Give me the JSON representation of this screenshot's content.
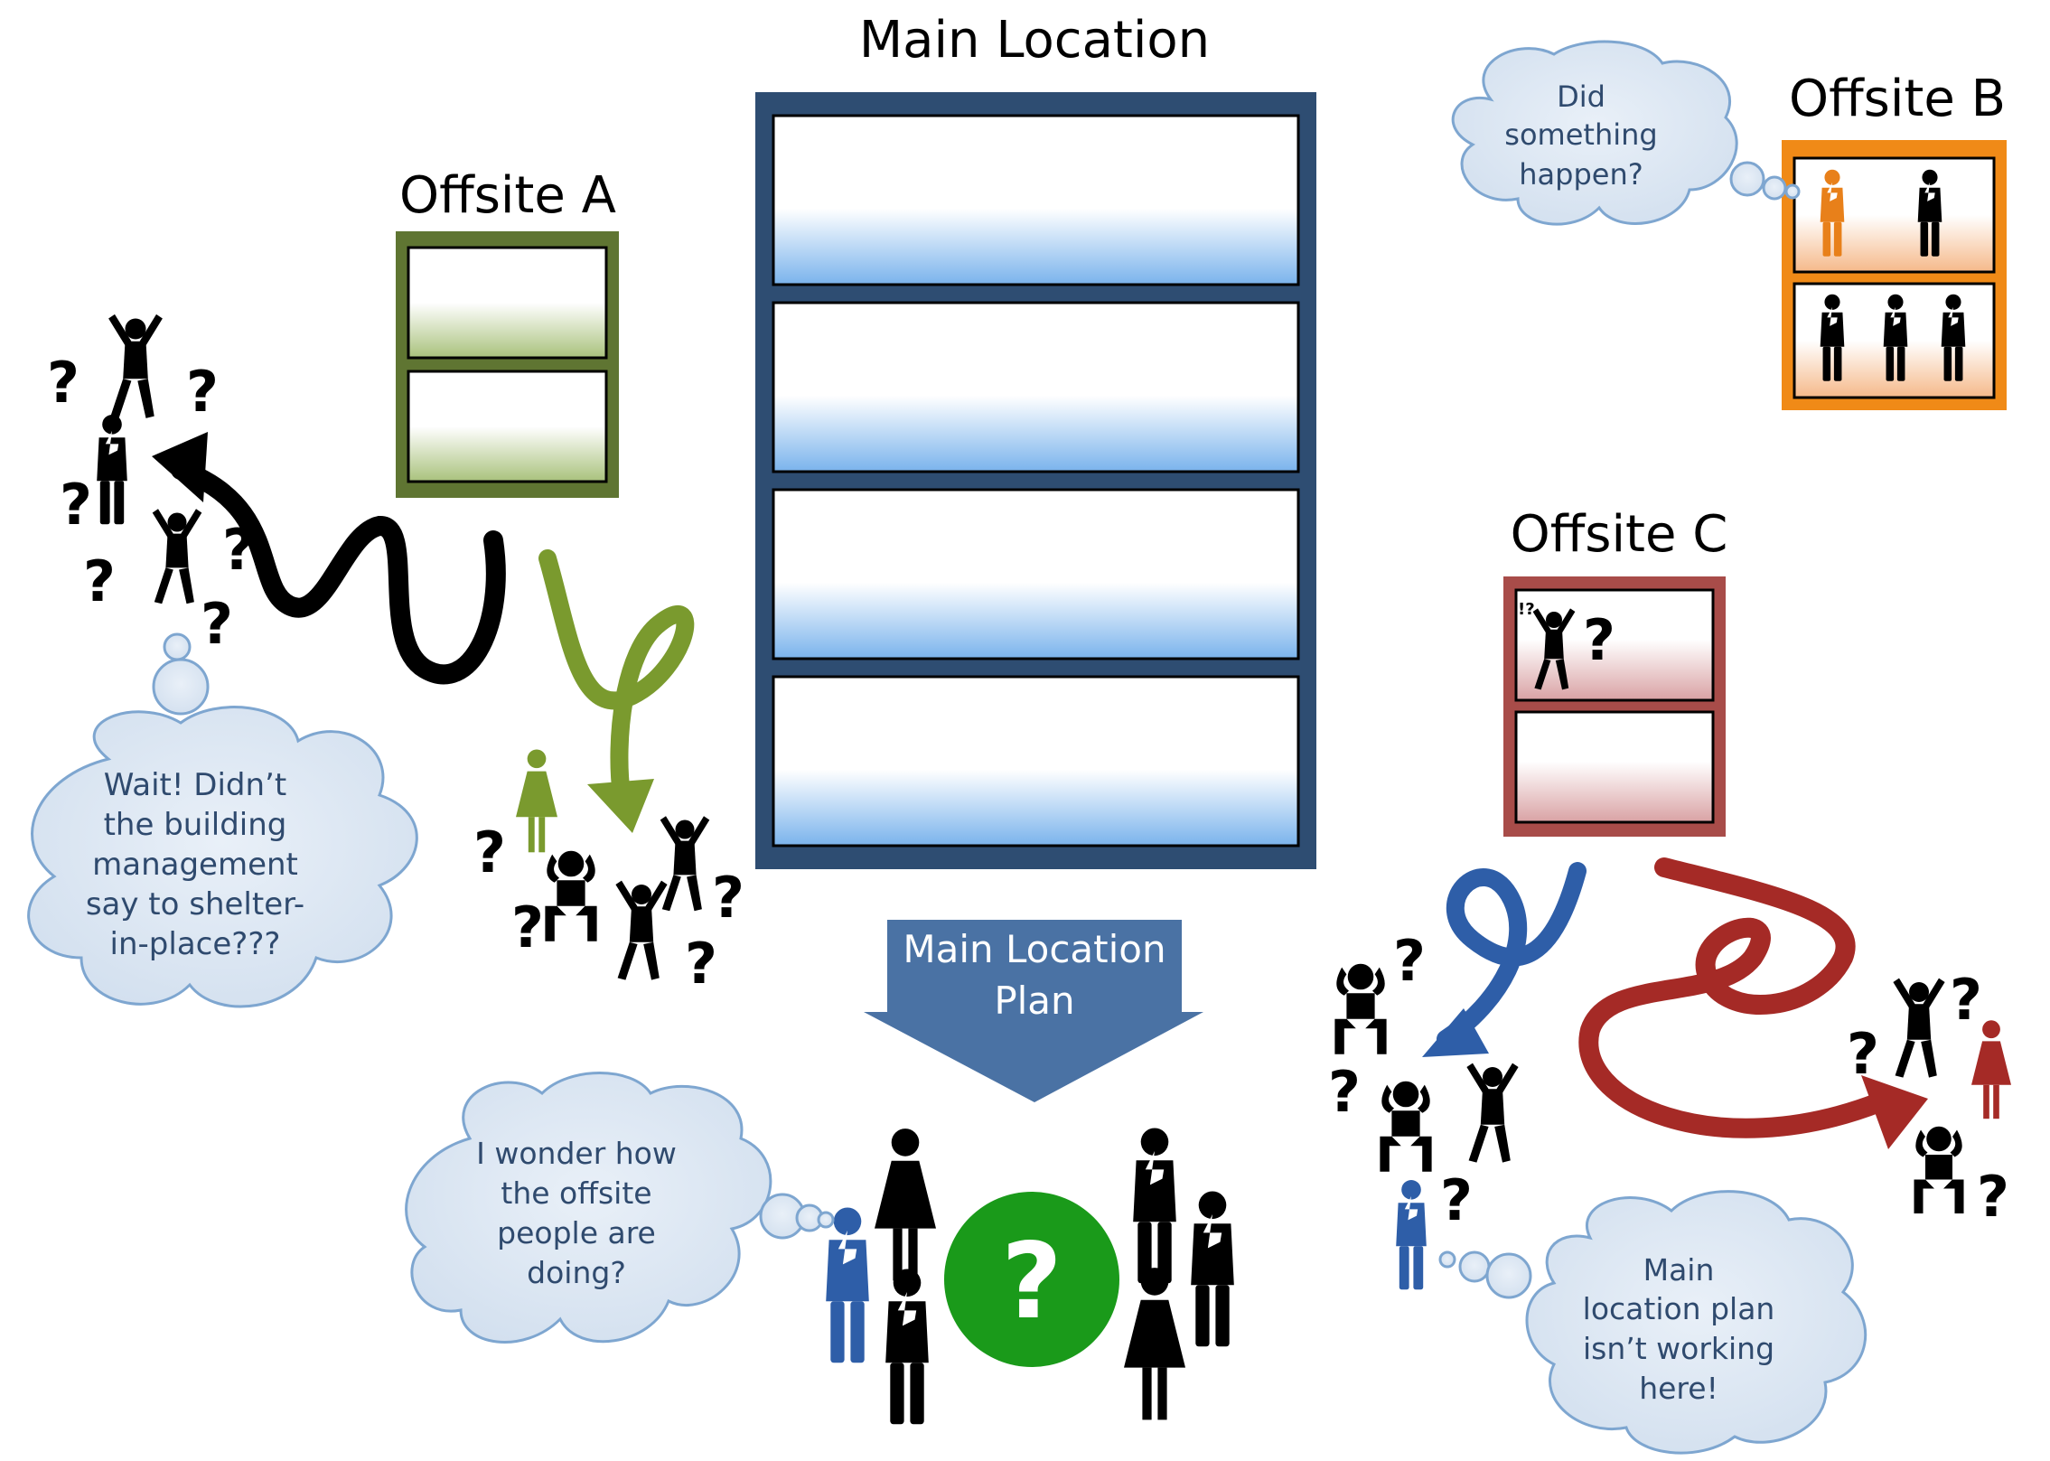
{
  "titles": {
    "main": "Main Location",
    "offsite_a": "Offsite A",
    "offsite_b": "Offsite B",
    "offsite_c": "Offsite C"
  },
  "arrow_label": [
    "Main Location",
    "Plan"
  ],
  "center_symbol": "?",
  "bubbles": {
    "offsite_a": [
      "Wait! Didn’t",
      "the building",
      "management",
      "say to shelter-",
      "in-place???"
    ],
    "offsite_b": [
      "Did",
      "something",
      "happen?"
    ],
    "main": [
      "I wonder how",
      "the offsite",
      "people are",
      "doing?"
    ],
    "offsite_c": [
      "Main",
      "location plan",
      "isn’t working",
      "here!"
    ]
  },
  "question_mark": "?",
  "exclaim_mark": "!?",
  "icons": [
    "person-thinking-icon",
    "person-panic-icon",
    "person-woman-icon",
    "question-mark-icon",
    "arrow-squiggle-icon",
    "thought-bubble-icon"
  ],
  "colors": {
    "main_building": "#2e4d72",
    "offsite_a": "#5f7532",
    "offsite_b": "#f08a17",
    "offsite_c": "#a84c49",
    "plan_arrow": "#4a72a4",
    "center_circle": "#1a9a1a",
    "bubble_fill": "#dde7f3",
    "bubble_stroke": "#7ea6d0",
    "bubble_text": "#2f4a6e",
    "arrow_green": "#7a9a2e",
    "arrow_blue": "#2e5ea8",
    "arrow_red": "#a52a26"
  }
}
